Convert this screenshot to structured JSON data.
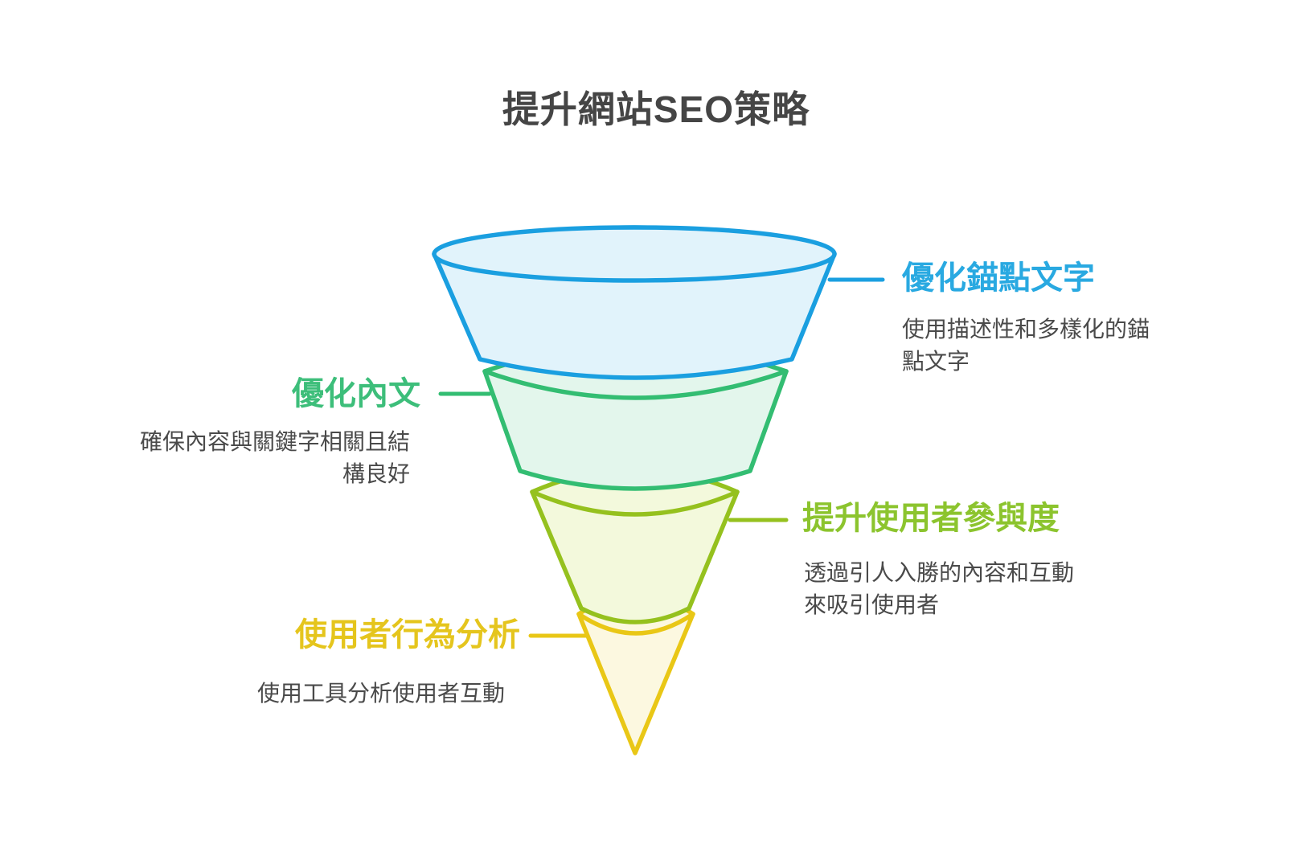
{
  "title": "提升網站SEO策略",
  "diagram_type": "funnel",
  "text_color": "#4A4A4A",
  "title_color": "#454545",
  "stages": [
    {
      "id": "anchor-text",
      "label": "優化錨點文字",
      "description": "使用描述性和多樣化的錨點文字",
      "side": "right",
      "label_color": "#29A9E1",
      "stroke_color": "#1A9FE0",
      "fill_color": "#E1F3FB"
    },
    {
      "id": "content",
      "label": "優化內文",
      "description": "確保內容與關鍵字相關且結構良好",
      "side": "left",
      "label_color": "#3DBE7A",
      "stroke_color": "#33BD72",
      "fill_color": "#E3F6EC"
    },
    {
      "id": "engagement",
      "label": "提升使用者參與度",
      "description": "透過引人入勝的內容和互動來吸引使用者",
      "side": "right",
      "label_color": "#8CC42E",
      "stroke_color": "#95C11E",
      "fill_color": "#F3F9DC"
    },
    {
      "id": "behavior",
      "label": "使用者行為分析",
      "description": "使用工具分析使用者互動",
      "side": "left",
      "label_color": "#E5C51D",
      "stroke_color": "#E9C716",
      "fill_color": "#FCF8E0"
    }
  ]
}
